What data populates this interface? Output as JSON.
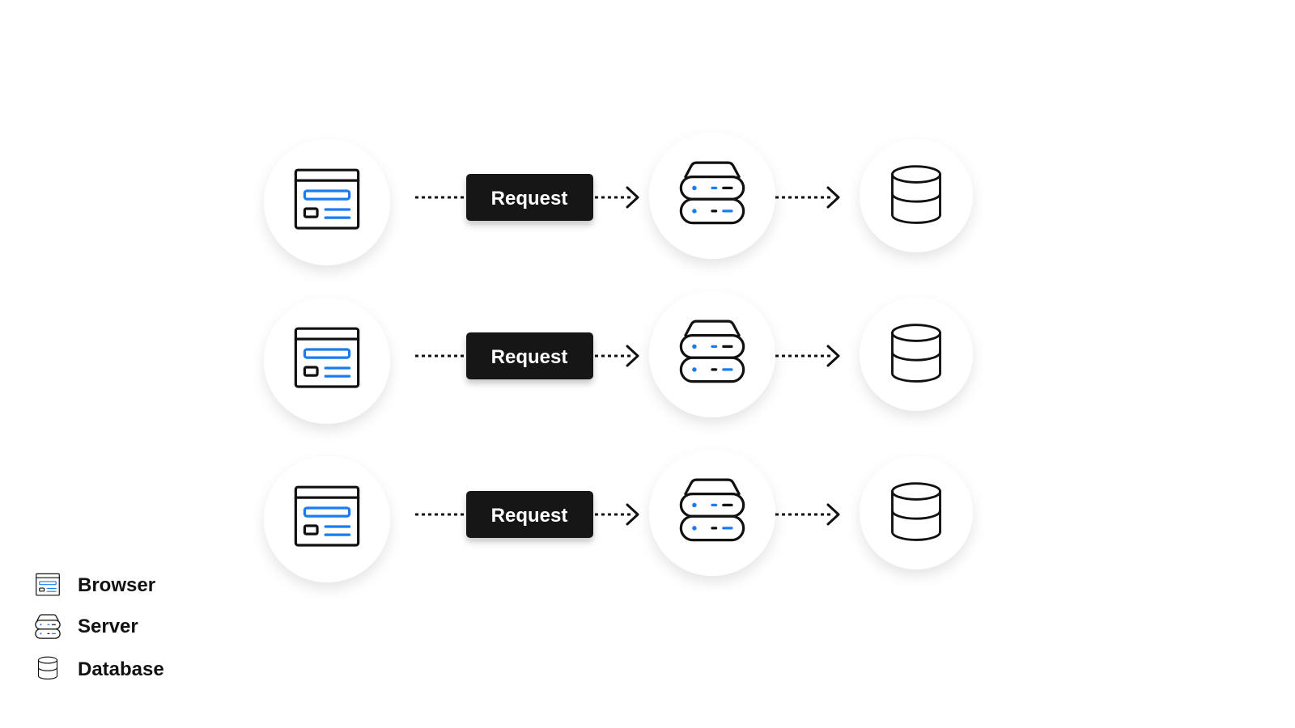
{
  "flows": [
    {
      "source": "Browser",
      "label": "Request",
      "via": "Server",
      "target": "Database"
    },
    {
      "source": "Browser",
      "label": "Request",
      "via": "Server",
      "target": "Database"
    },
    {
      "source": "Browser",
      "label": "Request",
      "via": "Server",
      "target": "Database"
    }
  ],
  "legend": [
    {
      "icon": "browser-icon",
      "label": "Browser"
    },
    {
      "icon": "server-icon",
      "label": "Server"
    },
    {
      "icon": "database-icon",
      "label": "Database"
    }
  ],
  "colors": {
    "accent": "#1a7cf2",
    "ink": "#111111",
    "label_background": "#151515",
    "background": "#ffffff"
  }
}
